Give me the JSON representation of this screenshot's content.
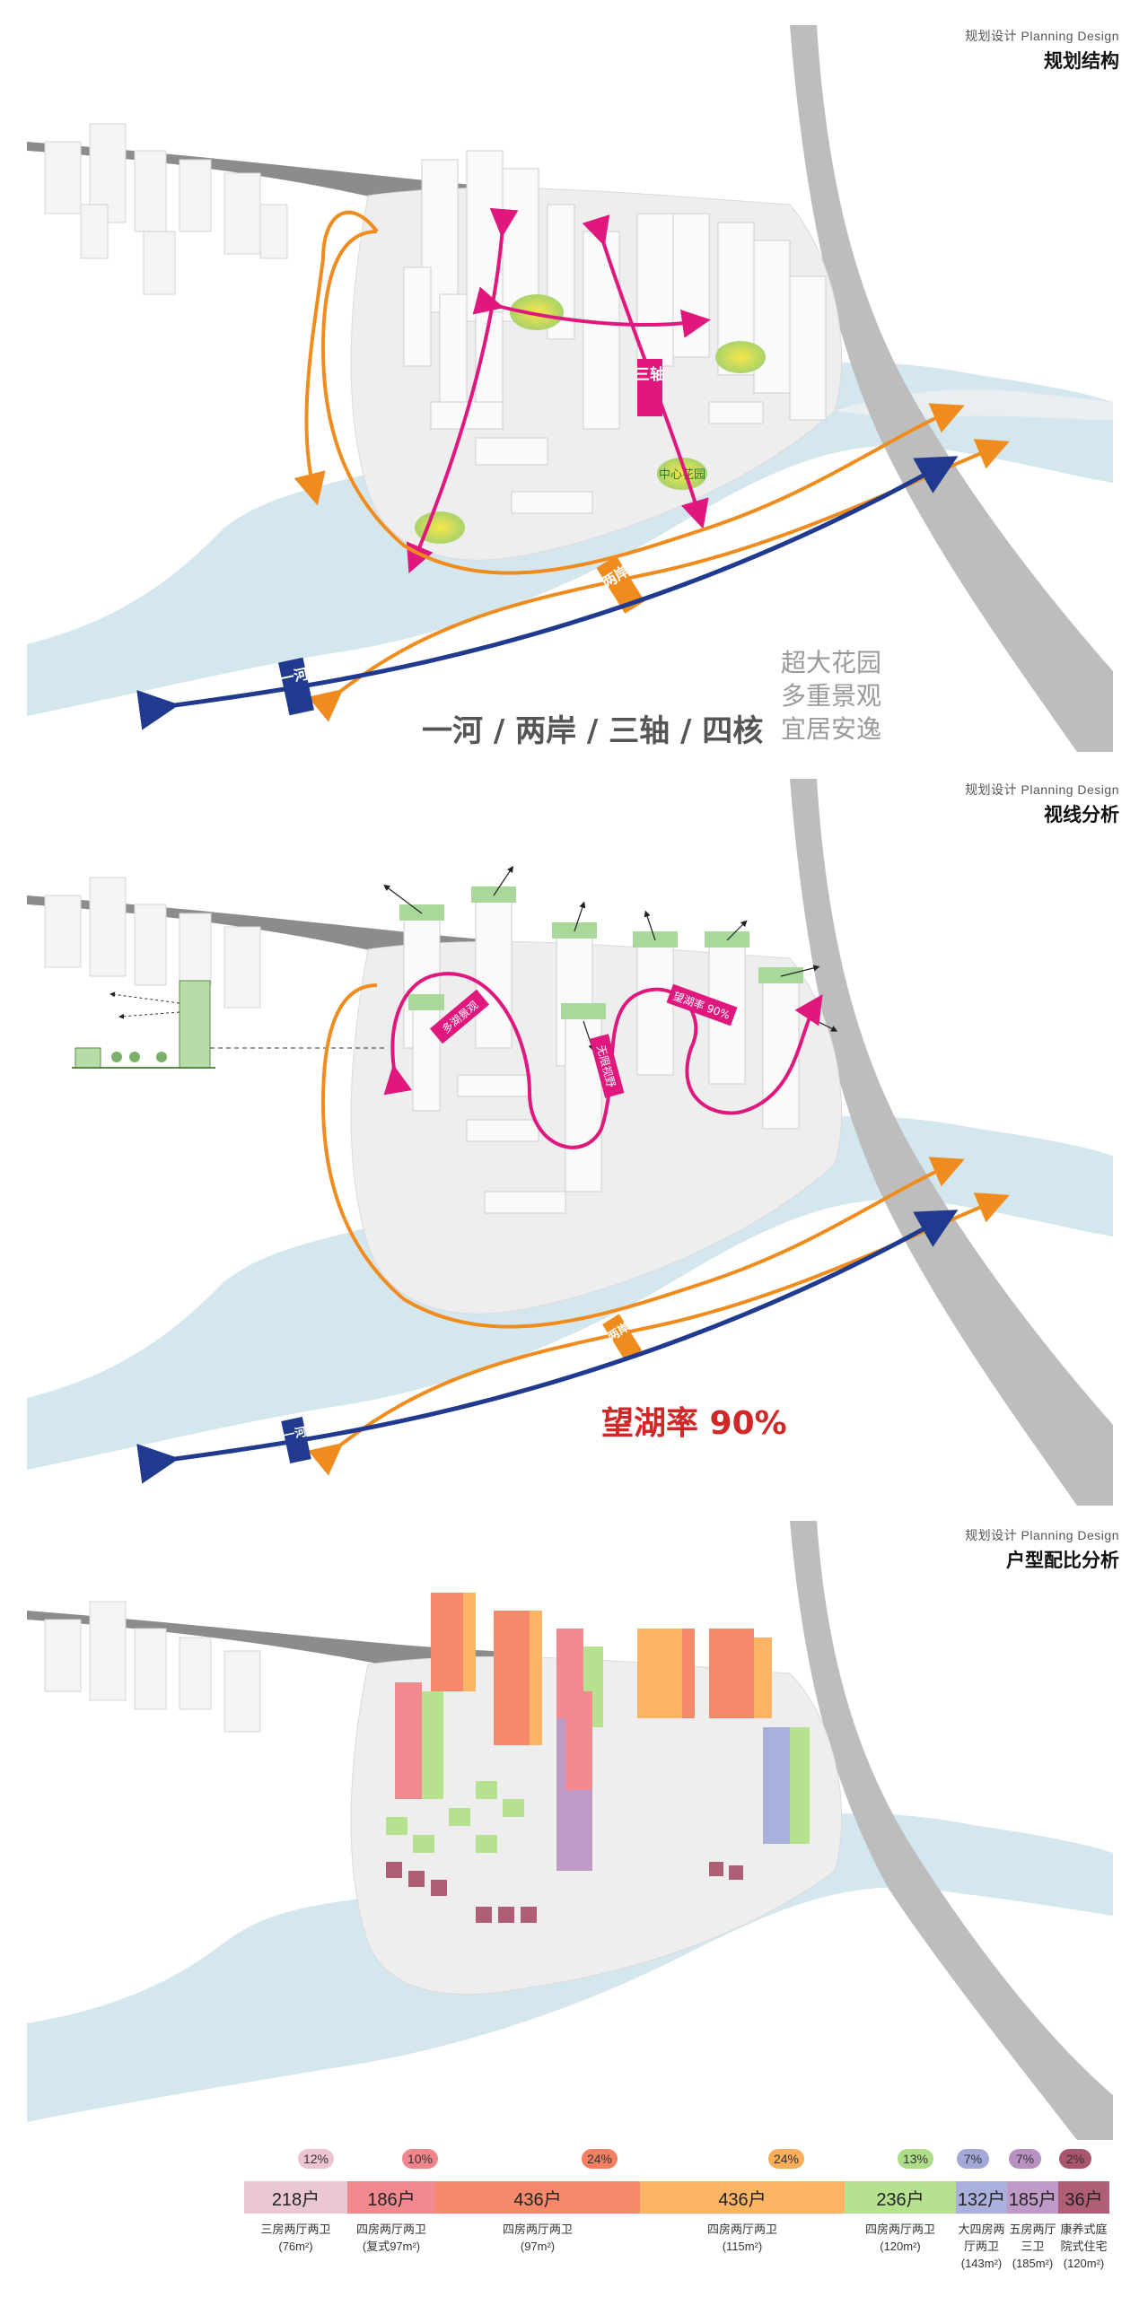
{
  "panels": [
    {
      "subtitle": "规划设计 Planning Design",
      "title": "规划结构",
      "labels": {
        "axis": "三轴",
        "garden": "中心花园",
        "bank": "两岸",
        "river": "一河",
        "slogan_main": "一河 / 两岸 / 三轴 / 四核",
        "slogan_side": [
          "超大花园",
          "多重景观",
          "宜居安逸"
        ]
      }
    },
    {
      "subtitle": "规划设计 Planning Design",
      "title": "视线分析",
      "labels": {
        "view_a": "多湖景观",
        "view_b": "无限视野",
        "view_c": "望湖率 90%",
        "bank": "两岸",
        "river": "一河",
        "slogan_main": "望湖率 90%"
      }
    },
    {
      "subtitle": "规划设计 Planning Design",
      "title": "户型配比分析",
      "unit_mix": [
        {
          "pct": "12%",
          "count": "218户",
          "desc": "三房两厅两卫\n(76m²)",
          "color": "#eac7d4",
          "pill": "#ecc3d0"
        },
        {
          "pct": "10%",
          "count": "186户",
          "desc": "四房两厅两卫\n(复式97m²)",
          "color": "#f08a8f",
          "pill": "#f0868c"
        },
        {
          "pct": "24%",
          "count": "436户",
          "desc": "四房两厅两卫\n(97m²)",
          "color": "#f7896b",
          "pill": "#f47e62"
        },
        {
          "pct": "24%",
          "count": "436户",
          "desc": "四房两厅两卫\n(115m²)",
          "color": "#fbb564",
          "pill": "#f9ae5a"
        },
        {
          "pct": "13%",
          "count": "236户",
          "desc": "四房两厅两卫\n(120m²)",
          "color": "#b6e290",
          "pill": "#addd86"
        },
        {
          "pct": "7%",
          "count": "132户",
          "desc": "大四房两\n厅两卫\n(143m²)",
          "color": "#aab0dc",
          "pill": "#a2a8d8"
        },
        {
          "pct": "7%",
          "count": "185户",
          "desc": "五房两厅\n三卫\n(185m²)",
          "color": "#c09ac6",
          "pill": "#b991c0"
        },
        {
          "pct": "2%",
          "count": "36户",
          "desc": "康养式庭\n院式住宅\n(120m²)",
          "color": "#b05e76",
          "pill": "#a9556d"
        }
      ]
    }
  ],
  "colors": {
    "river": "#cfe3ea",
    "road": "#b9b9b9",
    "orange_path": "#f08c1e",
    "blue_path": "#1f3a8f",
    "magenta": "#e0187e",
    "slogan": "#555555",
    "red_slogan": "#d02828"
  }
}
